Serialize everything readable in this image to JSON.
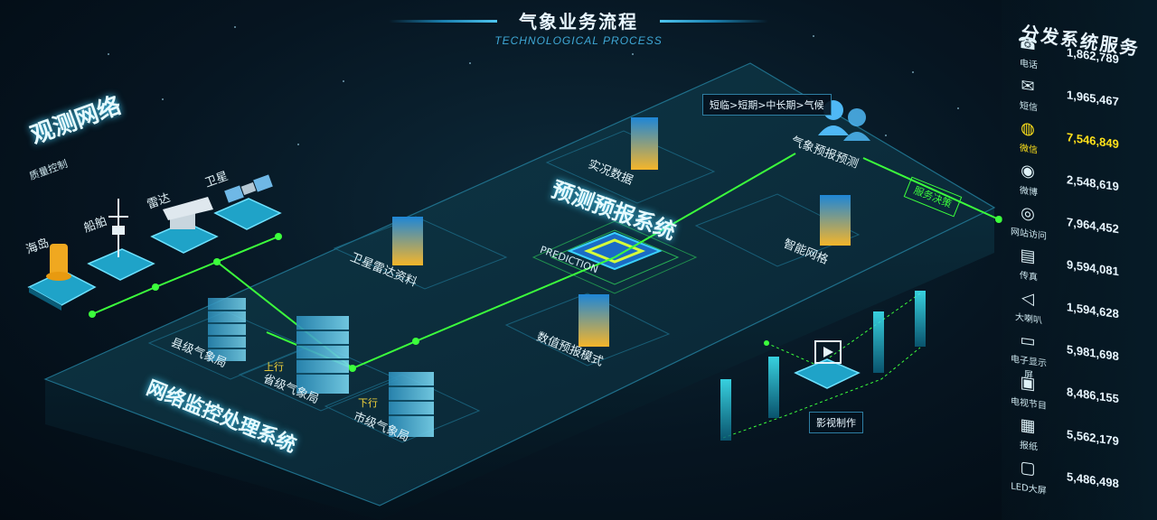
{
  "header": {
    "title": "气象业务流程",
    "subtitle": "TECHNOLOGICAL PROCESS"
  },
  "observation": {
    "title": "观测网络",
    "subtitle": "质量控制",
    "stations": [
      "海岛",
      "船舶",
      "雷达",
      "卫星"
    ]
  },
  "monitoring": {
    "title": "网络监控处理系统",
    "bureaus": [
      "县级气象局",
      "省级气象局",
      "市级气象局"
    ],
    "up_label": "上行",
    "down_label": "下行"
  },
  "forecast": {
    "title": "预测预报系统",
    "core_label": "PREDICTION",
    "nodes": [
      "实况数据",
      "卫星雷达资料",
      "智能网格",
      "数值预报模式"
    ],
    "prediction_label": "气象预报预测",
    "range_tag": "短临>短期>中长期>气候",
    "decision_tag": "服务决策"
  },
  "media": {
    "video_tag": "影视制作"
  },
  "distribution": {
    "title": "分发系统服务",
    "items": [
      {
        "name": "电话",
        "icon": "phone-icon",
        "value": "1,862,789"
      },
      {
        "name": "短信",
        "icon": "mail-icon",
        "value": "1,965,467"
      },
      {
        "name": "微信",
        "icon": "wechat-icon",
        "value": "7,546,849",
        "highlight": true
      },
      {
        "name": "微博",
        "icon": "weibo-icon",
        "value": "2,548,619"
      },
      {
        "name": "网站访问",
        "icon": "globe-icon",
        "value": "7,964,452"
      },
      {
        "name": "传真",
        "icon": "fax-icon",
        "value": "9,594,081"
      },
      {
        "name": "大喇叭",
        "icon": "speaker-icon",
        "value": "1,594,628"
      },
      {
        "name": "电子显示屏",
        "icon": "monitor-icon",
        "value": "5,981,698"
      },
      {
        "name": "电视节目",
        "icon": "tv-icon",
        "value": "8,486,155"
      },
      {
        "name": "报纸",
        "icon": "newspaper-icon",
        "value": "5,562,179"
      },
      {
        "name": "LED大屏",
        "icon": "led-icon",
        "value": "5,486,498"
      }
    ]
  },
  "colors": {
    "accent": "#47d4ff",
    "highlight": "#ffe11a",
    "link": "#3cff3c"
  }
}
